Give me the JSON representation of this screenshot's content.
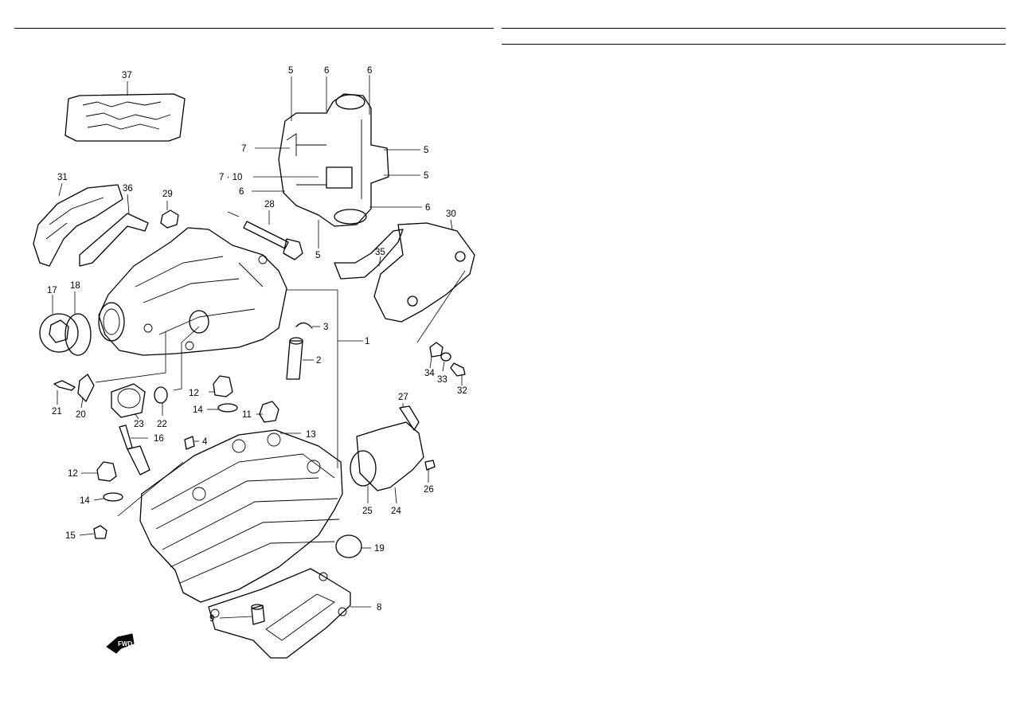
{
  "diagram": {
    "callouts": [
      "37",
      "5",
      "6",
      "6",
      "7",
      "5",
      "7 · 10",
      "5",
      "6",
      "6",
      "31",
      "36",
      "29",
      "28",
      "30",
      "35",
      "17",
      "18",
      "3",
      "1",
      "2",
      "34",
      "33",
      "32",
      "21",
      "20",
      "23",
      "22",
      "12",
      "14",
      "11",
      "13",
      "27",
      "16",
      "4",
      "12",
      "14",
      "26",
      "25",
      "24",
      "15",
      "19",
      "9",
      "8"
    ],
    "fwd_label": "FWD"
  }
}
